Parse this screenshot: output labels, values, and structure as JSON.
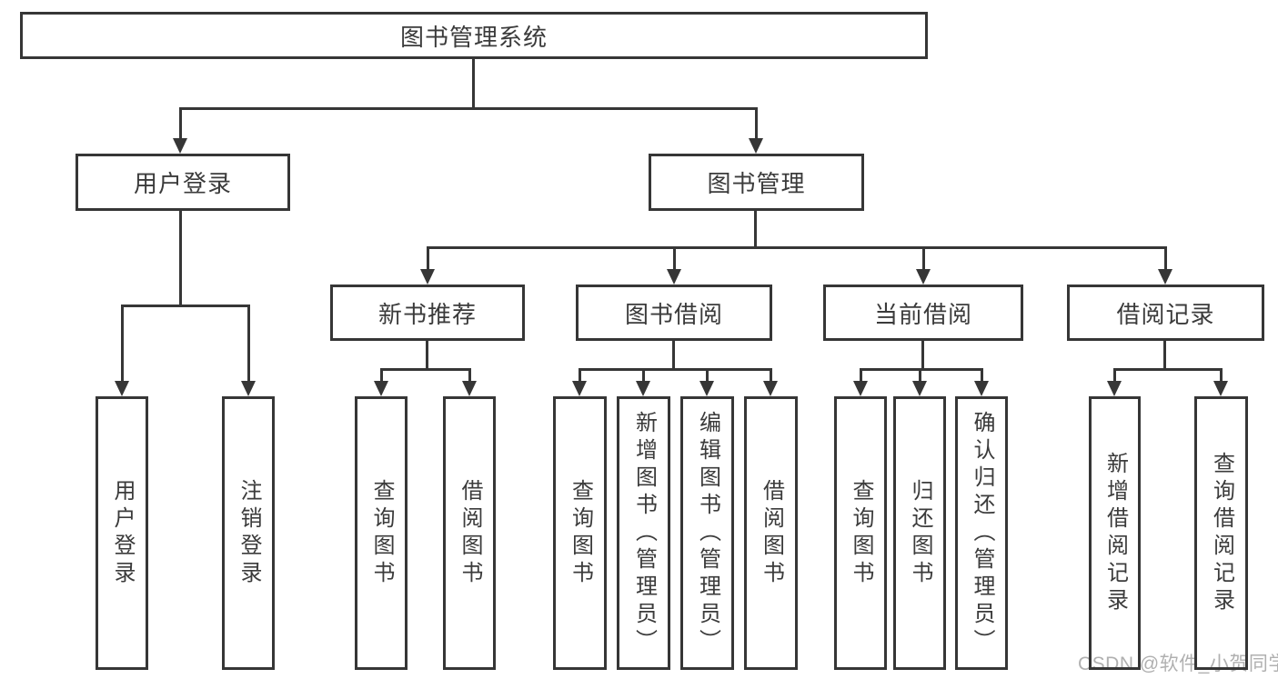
{
  "diagram": {
    "root": {
      "label": "图书管理系统"
    },
    "level2": {
      "user_login": {
        "label": "用户登录"
      },
      "book_management": {
        "label": "图书管理"
      }
    },
    "level3": {
      "new_book_recommend": {
        "label": "新书推荐"
      },
      "book_borrow": {
        "label": "图书借阅"
      },
      "current_borrow": {
        "label": "当前借阅"
      },
      "borrow_records": {
        "label": "借阅记录"
      }
    },
    "leaves": {
      "user_login_leaf": "用户登录",
      "logout": "注销登录",
      "rec_query_books": "查询图书",
      "rec_borrow_books": "借阅图书",
      "bb_query_books": "查询图书",
      "bb_add_books": "新增图书（管理员）",
      "bb_edit_books": "编辑图书（管理员）",
      "bb_borrow_books": "借阅图书",
      "cb_query_books": "查询图书",
      "cb_return_books": "归还图书",
      "cb_confirm_return": "确认归还（管理员）",
      "br_add_record": "新增借阅记录",
      "br_query_record": "查询借阅记录"
    },
    "colors": {
      "line": "#363636",
      "text": "#3b3b3b",
      "box_background": "#ffffff",
      "watermark": "#b0b0b0"
    }
  },
  "watermark": {
    "text": "CSDN @软件_小贺同学"
  }
}
